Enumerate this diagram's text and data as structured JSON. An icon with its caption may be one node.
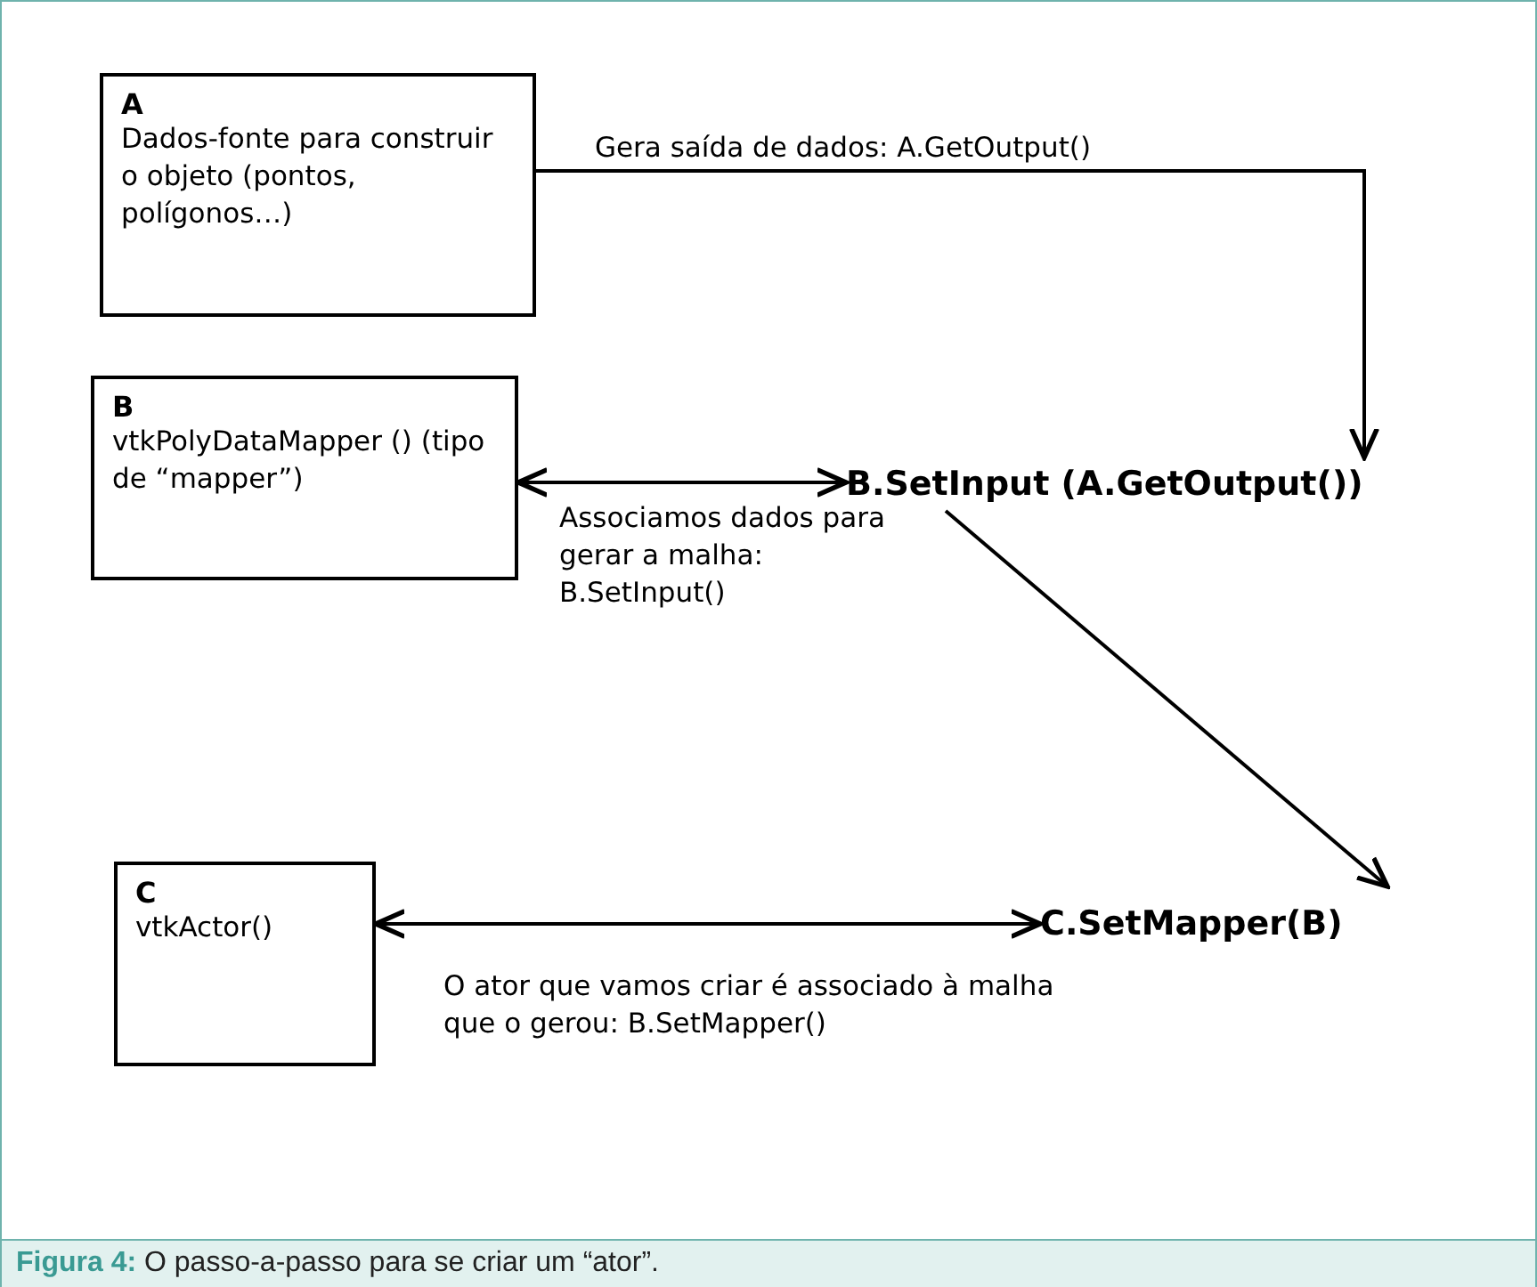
{
  "diagram": {
    "caption": "**Figura 4:** O passo-a-passo para se criar um “ator”.",
    "nodes": [
      {
        "text": [
          "A",
          "Dados-fonte para construir o objeto (pontos, polígonos…)"
        ]
      },
      {
        "text": [
          "B",
          "vtkPolyDataMapper () (tipo de “mapper”)"
        ]
      },
      {
        "text": [
          "B.SetInput (A.GetOutput())"
        ]
      },
      {
        "text": [
          "C",
          "vtkActor()"
        ]
      },
      {
        "text": [
          "C.SetMapper(B)"
        ]
      }
    ],
    "edges": [
      {
        "from": 0,
        "to": 2,
        "arrow": "to",
        "label": "Gera saída de dados: A.GetOutput()"
      },
      {
        "from": 1,
        "to": 2,
        "arrow": "both",
        "label": "Associamos dados para gerar a malha: B.SetInput()"
      },
      {
        "from": 2,
        "to": 4,
        "arrow": "to"
      },
      {
        "from": 3,
        "to": 4,
        "arrow": "both",
        "label": "O ator que vamos criar é associado à malha que o gerou: B.SetMapper()"
      }
    ]
  }
}
